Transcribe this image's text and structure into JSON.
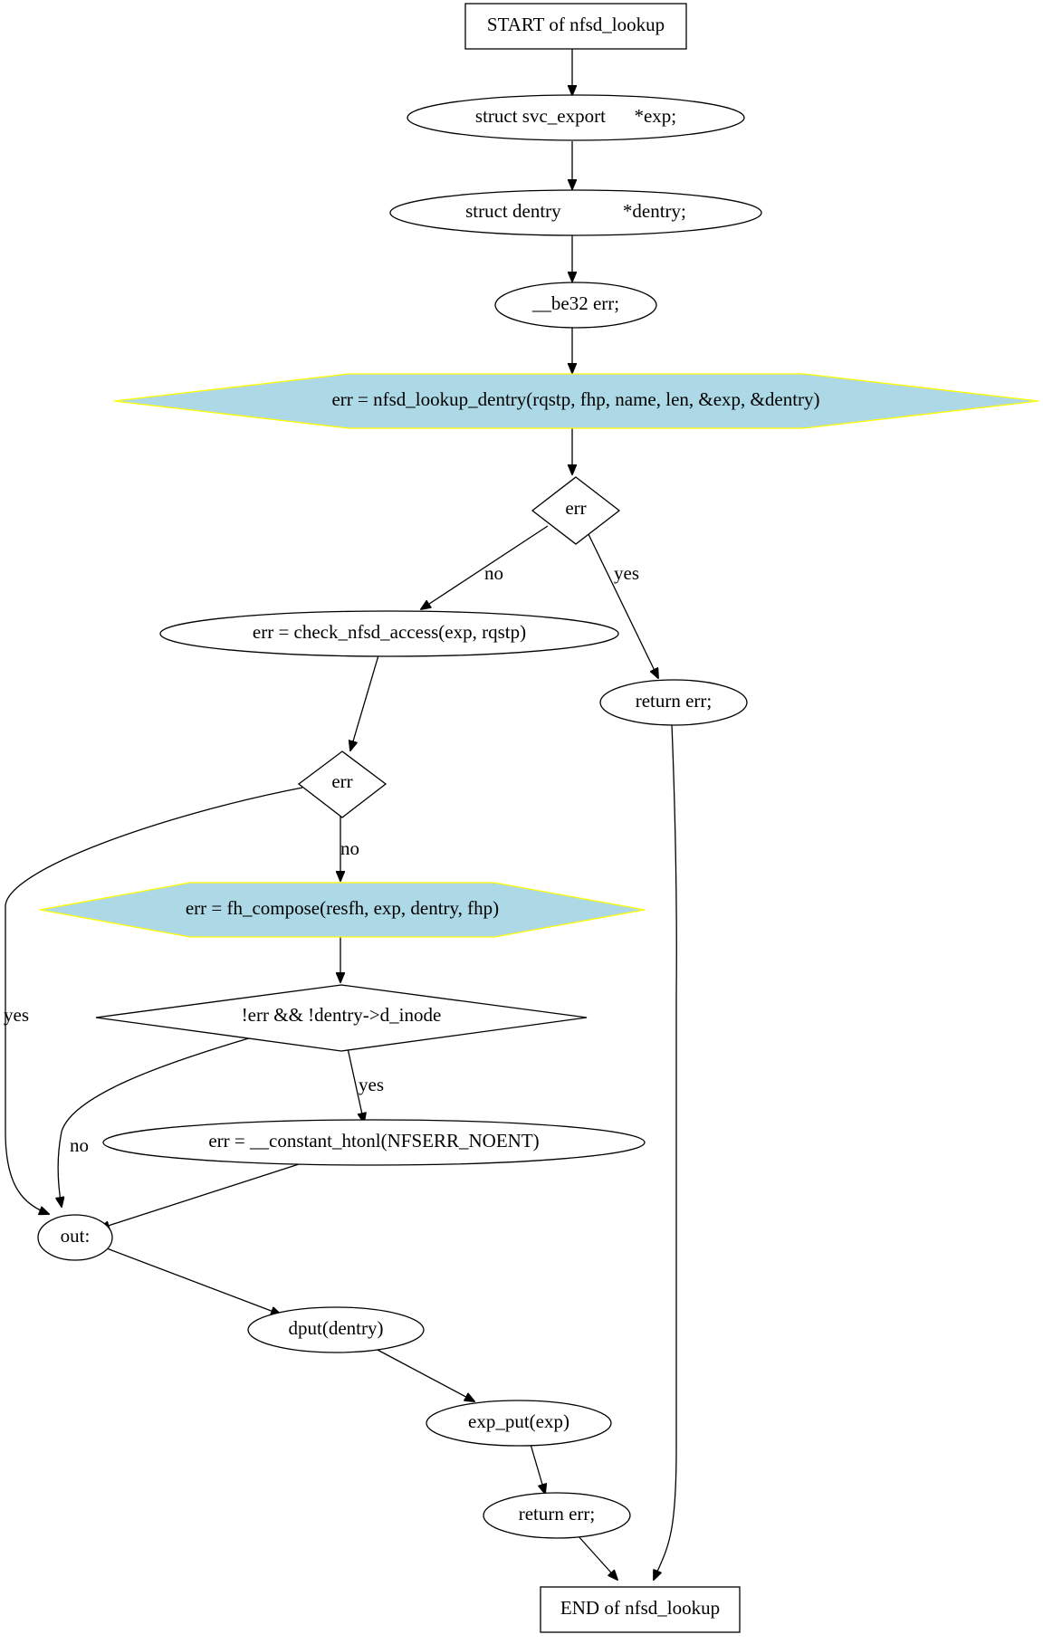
{
  "nodes": {
    "start": "START of nfsd_lookup",
    "decl_exp": "struct svc_export      *exp;",
    "decl_dentry": "struct dentry             *dentry;",
    "decl_err": "__be32 err;",
    "lookup_dentry": "err = nfsd_lookup_dentry(rqstp, fhp, name, len, &exp, &dentry)",
    "cond_err1": "err",
    "check_access": "err = check_nfsd_access(exp, rqstp)",
    "return_err1": "return err;",
    "cond_err2": "err",
    "fh_compose": "err = fh_compose(resfh, exp, dentry, fhp)",
    "cond_inode": "!err && !dentry->d_inode",
    "set_noent": "err = __constant_htonl(NFSERR_NOENT)",
    "out_label": "out:",
    "dput": "dput(dentry)",
    "exp_put": "exp_put(exp)",
    "return_err2": "return err;",
    "end": "END of nfsd_lookup"
  },
  "edge_labels": {
    "cond_err1_no": "no",
    "cond_err1_yes": "yes",
    "cond_err2_no": "no",
    "cond_err2_yes": "yes",
    "cond_inode_yes": "yes",
    "cond_inode_no": "no"
  },
  "colors": {
    "call_fill": "#add8e6",
    "call_stroke": "#ffff00",
    "stroke": "#000000"
  }
}
